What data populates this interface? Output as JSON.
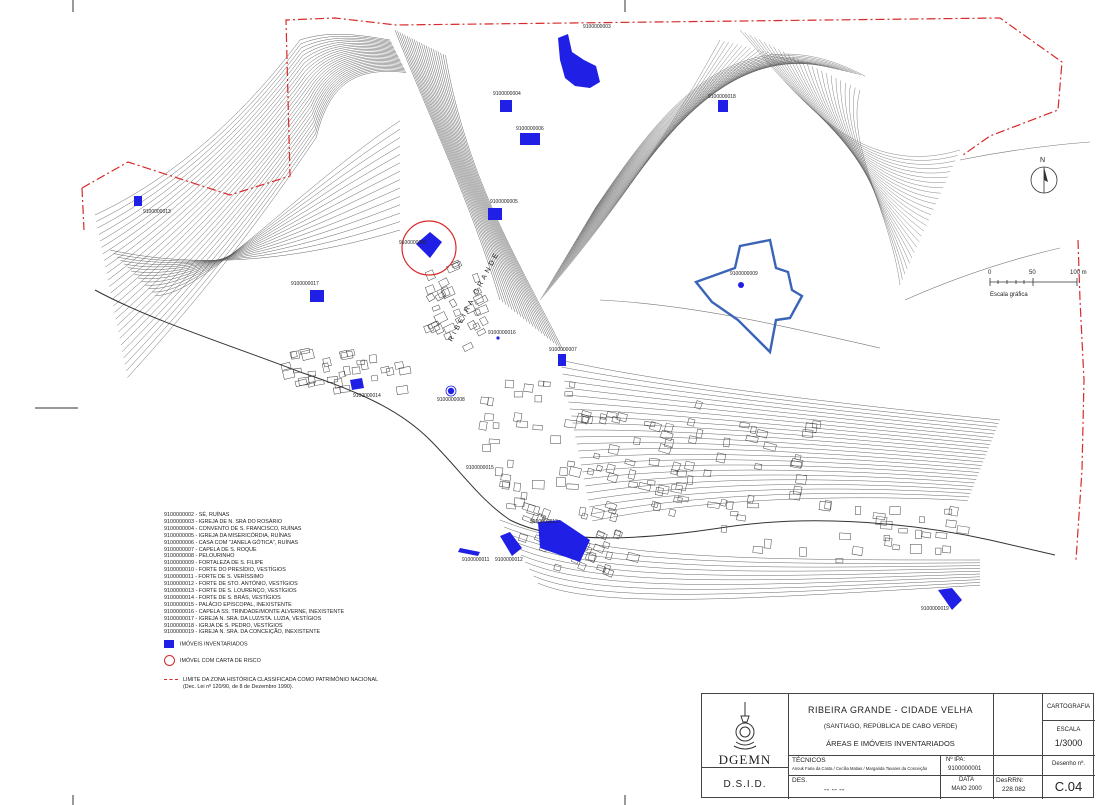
{
  "north_label": "N",
  "scale_bar": {
    "ticks": [
      "0",
      "50",
      "100 m"
    ],
    "caption": "Escala gráfica"
  },
  "site_labels": {
    "s002": "9100000002",
    "s003": "9100000003",
    "s004": "9100000004",
    "s005": "9100000005",
    "s006": "9100000006",
    "s007": "9100000007",
    "s008": "9100000008",
    "s009": "9100000009",
    "s011": "9100000011",
    "s012": "9100000012",
    "s013": "9100000013",
    "s014": "9100000014",
    "s015": "9100000015",
    "s016": "9100000016",
    "s017": "9100000017",
    "s018": "9100000018",
    "s019": "9100000019"
  },
  "street_label": "RIBEIRA GRANDE",
  "legend_items": [
    "9100000002 - SÉ, RUÍNAS",
    "9100000003 - IGREJA DE N. SRA DO ROSÁRIO",
    "9100000004 - CONVENTO DE S. FRANCISCO, RUÍNAS",
    "9100000005 - IGREJA DA MISERICÓRDIA, RUÍNAS",
    "9100000006 - CASA COM \"JANELA GÓTICA\", RUÍNAS",
    "9100000007 - CAPELA DE S. ROQUE",
    "9100000008 - PELOURINHO",
    "9100000009 - FORTALEZA DE S. FILIPE",
    "9100000010 - FORTE DO PRESÍDIO, VESTÍGIOS",
    "9100000011 - FORTE DE S. VERÍSSIMO",
    "9100000012 - FORTE DE STO. ANTÓNIO, VESTÍGIOS",
    "9100000013 - FORTE DE S. LOURENÇO, VESTÍGIOS",
    "9100000014 - FORTE DE S. BRÁS, VESTÍGIOS",
    "9100000015 - PALÁCIO EPISCOPAL, INEXISTENTE",
    "9100000016 - CAPELA SS. TRINDADE/MONTE ALVERNE, INEXISTENTE",
    "9100000017 - IGREJA N. SRA. DA LUZ/STA. LUZIA, VESTÍGIOS",
    "9100000018 - IGRJA DE S. PEDRO, VESTÍGIOS",
    "9100000019 - IGREJA N. SRA. DA CONCEIÇÃO, INEXISTENTE"
  ],
  "legend_symbols": {
    "inventoried": "IMÓVEIS INVENTARIADOS",
    "risk": "IMÓVEL COM CARTA DE RISCO",
    "limit_line1": "LIMITE DA ZONA HISTÓRICA CLASSIFICADA COMO PATRIMÓNIO NACIONAL",
    "limit_line2": "(Dec. Lei nº 120/90, de 8 de Dezembro 1990)."
  },
  "title_block": {
    "org": "DGEMN",
    "dept": "D.S.I.D.",
    "title": "RIBEIRA GRANDE - CIDADE VELHA",
    "subtitle": "(SANTIAGO, REPÚBLICA DE CABO VERDE)",
    "theme": "ÁREAS E IMÓVEIS INVENTARIADOS",
    "tecnicos_label": "TÉCNICOS",
    "tecnicos": "Anouk Faria da Costa / Cecília Matias / Margarida Tavares da Conceição",
    "des_label": "DES.",
    "des_value": "-- -- --",
    "ipa_label": "Nº IPA:",
    "ipa_value": "9100000001",
    "data_label": "DATA",
    "data_value": "MAIO 2000",
    "desrrn_label": "DesRRN:",
    "desrrn_value": "228.082",
    "cartografia": "CARTOGRAFIA",
    "escala_label": "ESCALA",
    "escala_value": "1/3000",
    "desenho_label": "Desenho nº.",
    "desenho_value": "C.04"
  },
  "colors": {
    "building": "#1f1fe6",
    "fort_outline": "#3a64b8",
    "limit": "#d82a2a",
    "contour": "#555555"
  }
}
